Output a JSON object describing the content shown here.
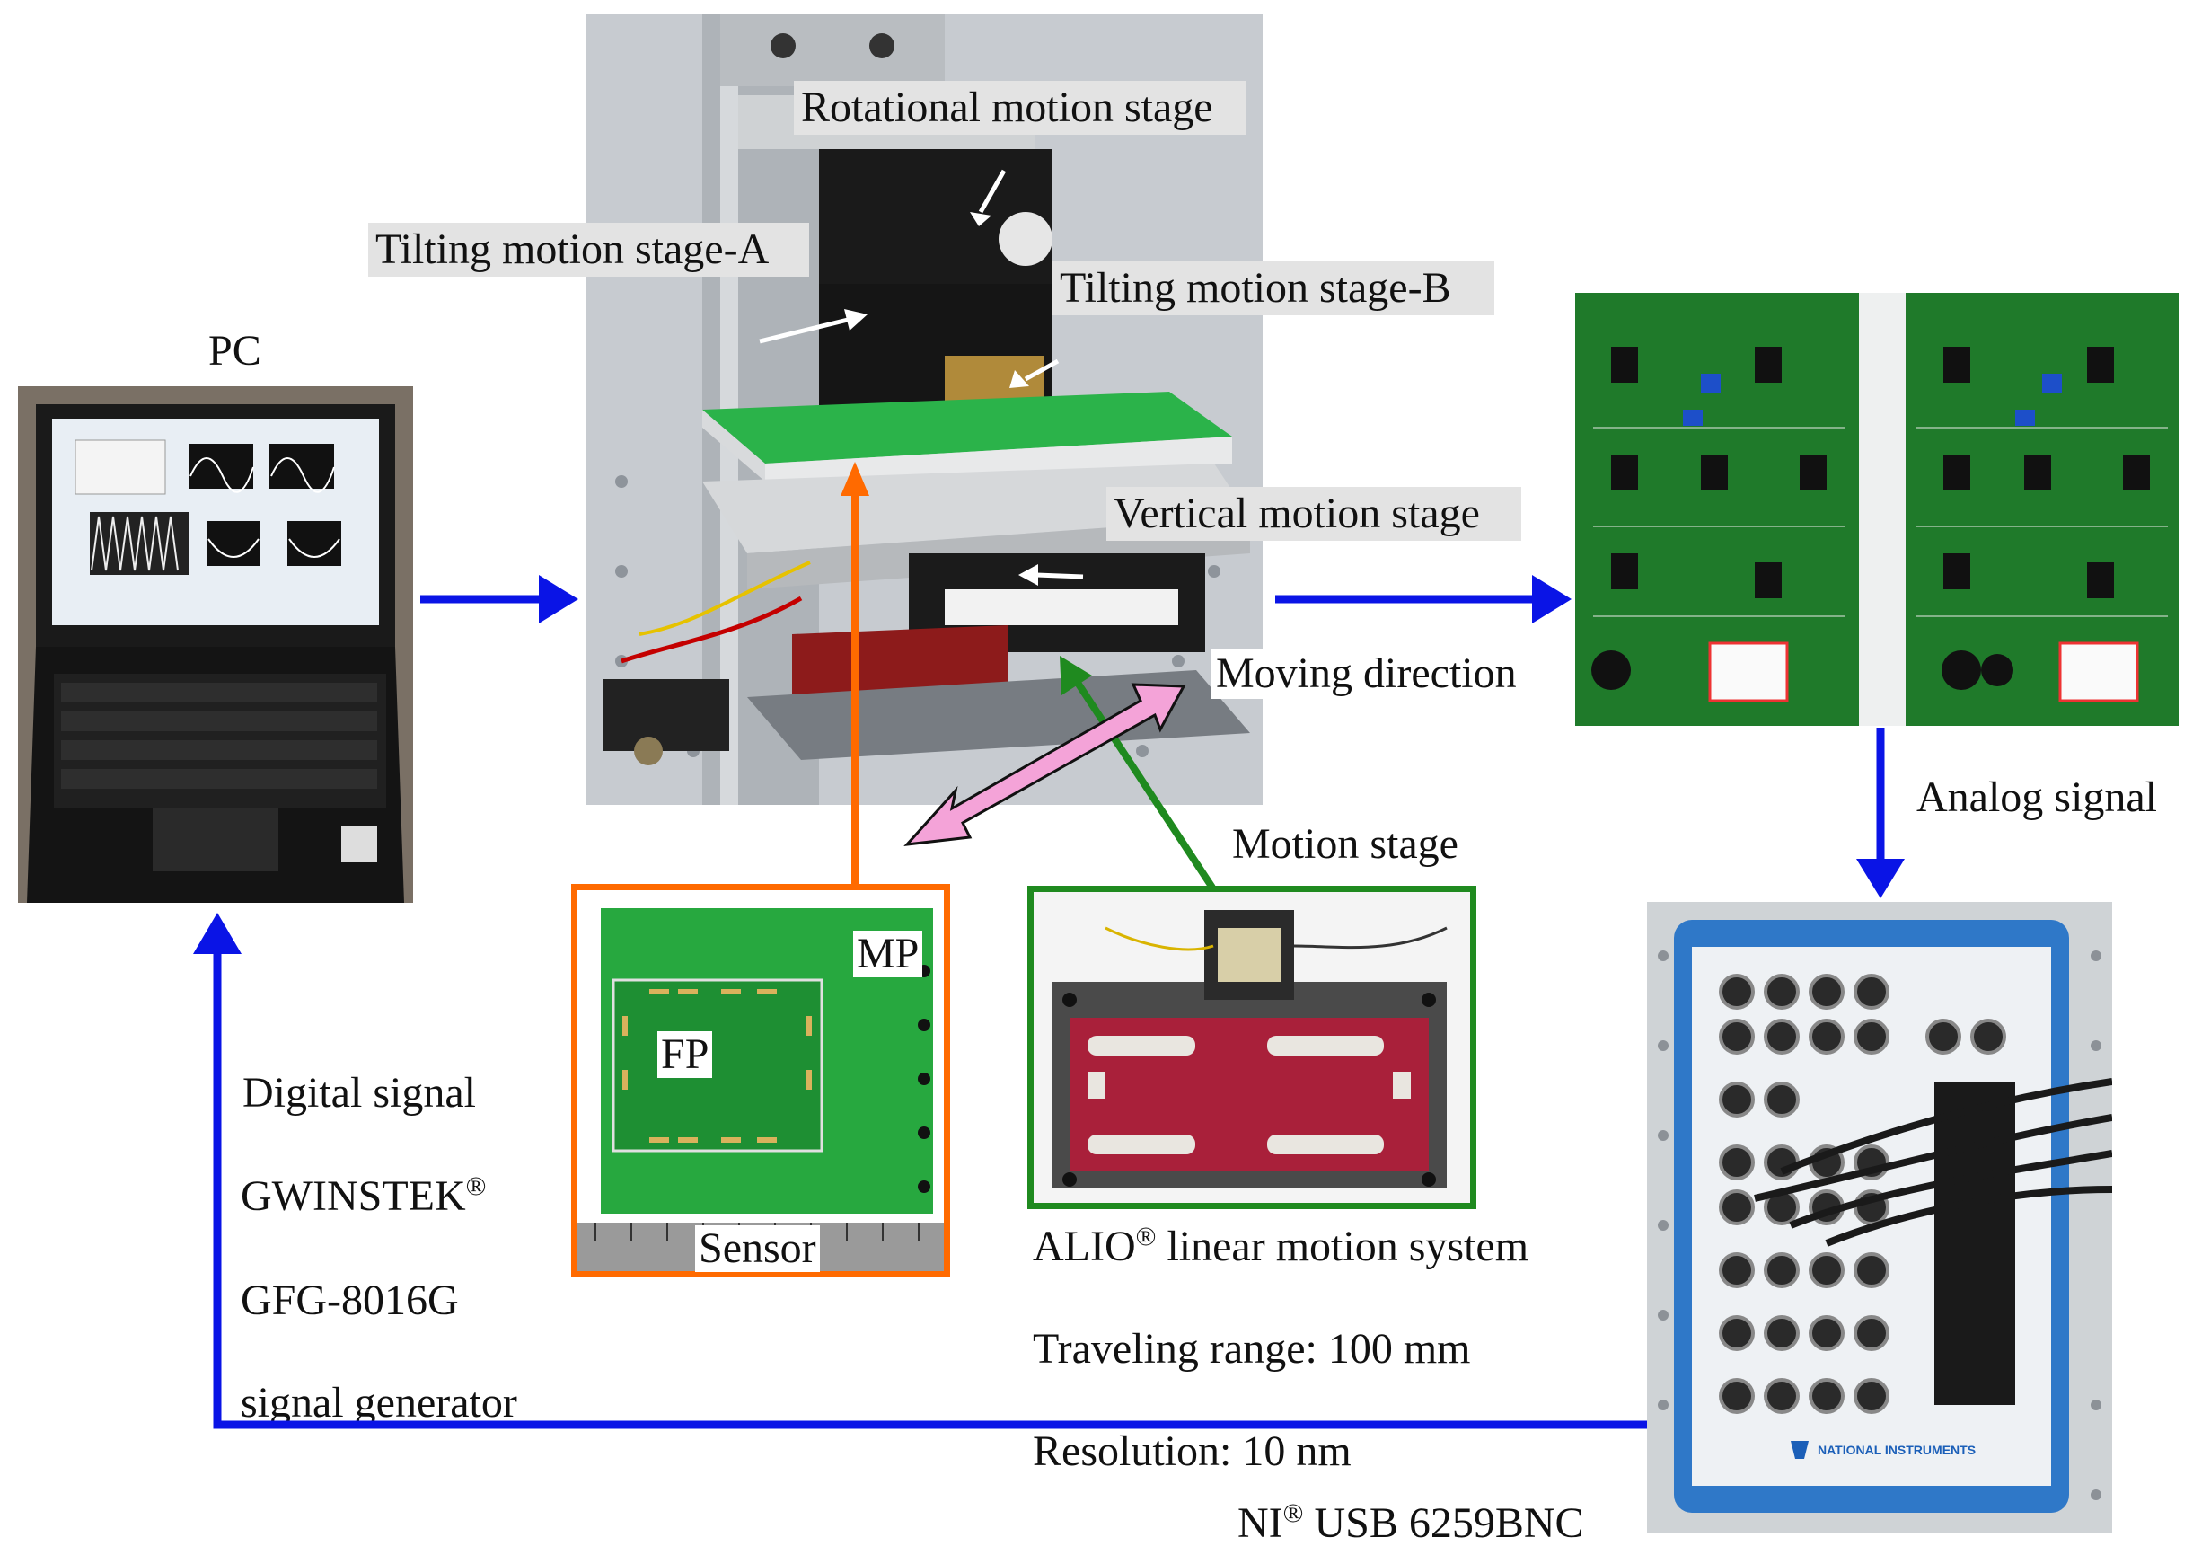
{
  "labels": {
    "pc": "PC",
    "rotational": "Rotational motion stage",
    "tilting_a": "Tilting motion stage-A",
    "tilting_b": "Tilting motion stage-B",
    "vertical": "Vertical motion stage",
    "moving_direction": "Moving direction",
    "motion_stage": "Motion stage",
    "analog_signal": "Analog signal",
    "mp": "MP",
    "fp": "FP",
    "sensor": "Sensor",
    "digital_signal": "Digital signal",
    "gwinstek": "GWINSTEK",
    "gfg": "GFG-8016G",
    "signal_generator": "signal generator",
    "alio": "ALIO",
    "alio_rest": " linear motion system",
    "traveling_range": "Traveling range: 100 mm",
    "resolution": "Resolution: 10 nm",
    "ni": "NI",
    "ni_rest": " USB 6259BNC",
    "registered": "®"
  },
  "photo_text": {
    "ni_brand": "NATIONAL INSTRUMENTS"
  },
  "colors": {
    "blue_arrow": "#0a14e6",
    "orange": "#ff6a00",
    "green": "#1f8a1f",
    "pink": "#f4a3d8",
    "pcb_green": "#1f7a2a",
    "label_bg": "#e3e3e3"
  }
}
